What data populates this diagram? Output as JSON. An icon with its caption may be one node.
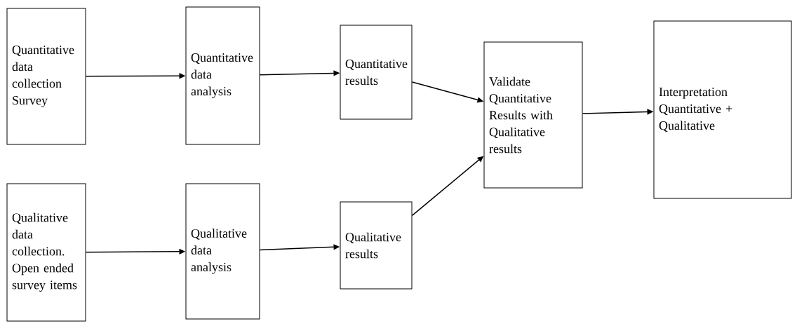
{
  "diagram": {
    "nodes": [
      {
        "text": [
          "Quantitative data collection Survey"
        ]
      },
      {
        "text": [
          "Quantitative data analysis"
        ]
      },
      {
        "text": [
          "Quantitative results"
        ]
      },
      {
        "text": [
          "Validate Quantitative Results with Qualitative results"
        ]
      },
      {
        "text": [
          "Interpretation Quantitative + Qualitative"
        ]
      },
      {
        "text": [
          "Qualitative data collection. Open ended survey items"
        ]
      },
      {
        "text": [
          "Qualitative data analysis"
        ]
      },
      {
        "text": [
          "Qualitative results"
        ]
      }
    ],
    "edges": [
      {
        "from": 0,
        "to": 1,
        "arrow": "to"
      },
      {
        "from": 1,
        "to": 2,
        "arrow": "to"
      },
      {
        "from": 2,
        "to": 3,
        "arrow": "to"
      },
      {
        "from": 5,
        "to": 6,
        "arrow": "to"
      },
      {
        "from": 6,
        "to": 7,
        "arrow": "to"
      },
      {
        "from": 7,
        "to": 3,
        "arrow": "to"
      },
      {
        "from": 3,
        "to": 4,
        "arrow": "to"
      }
    ]
  }
}
